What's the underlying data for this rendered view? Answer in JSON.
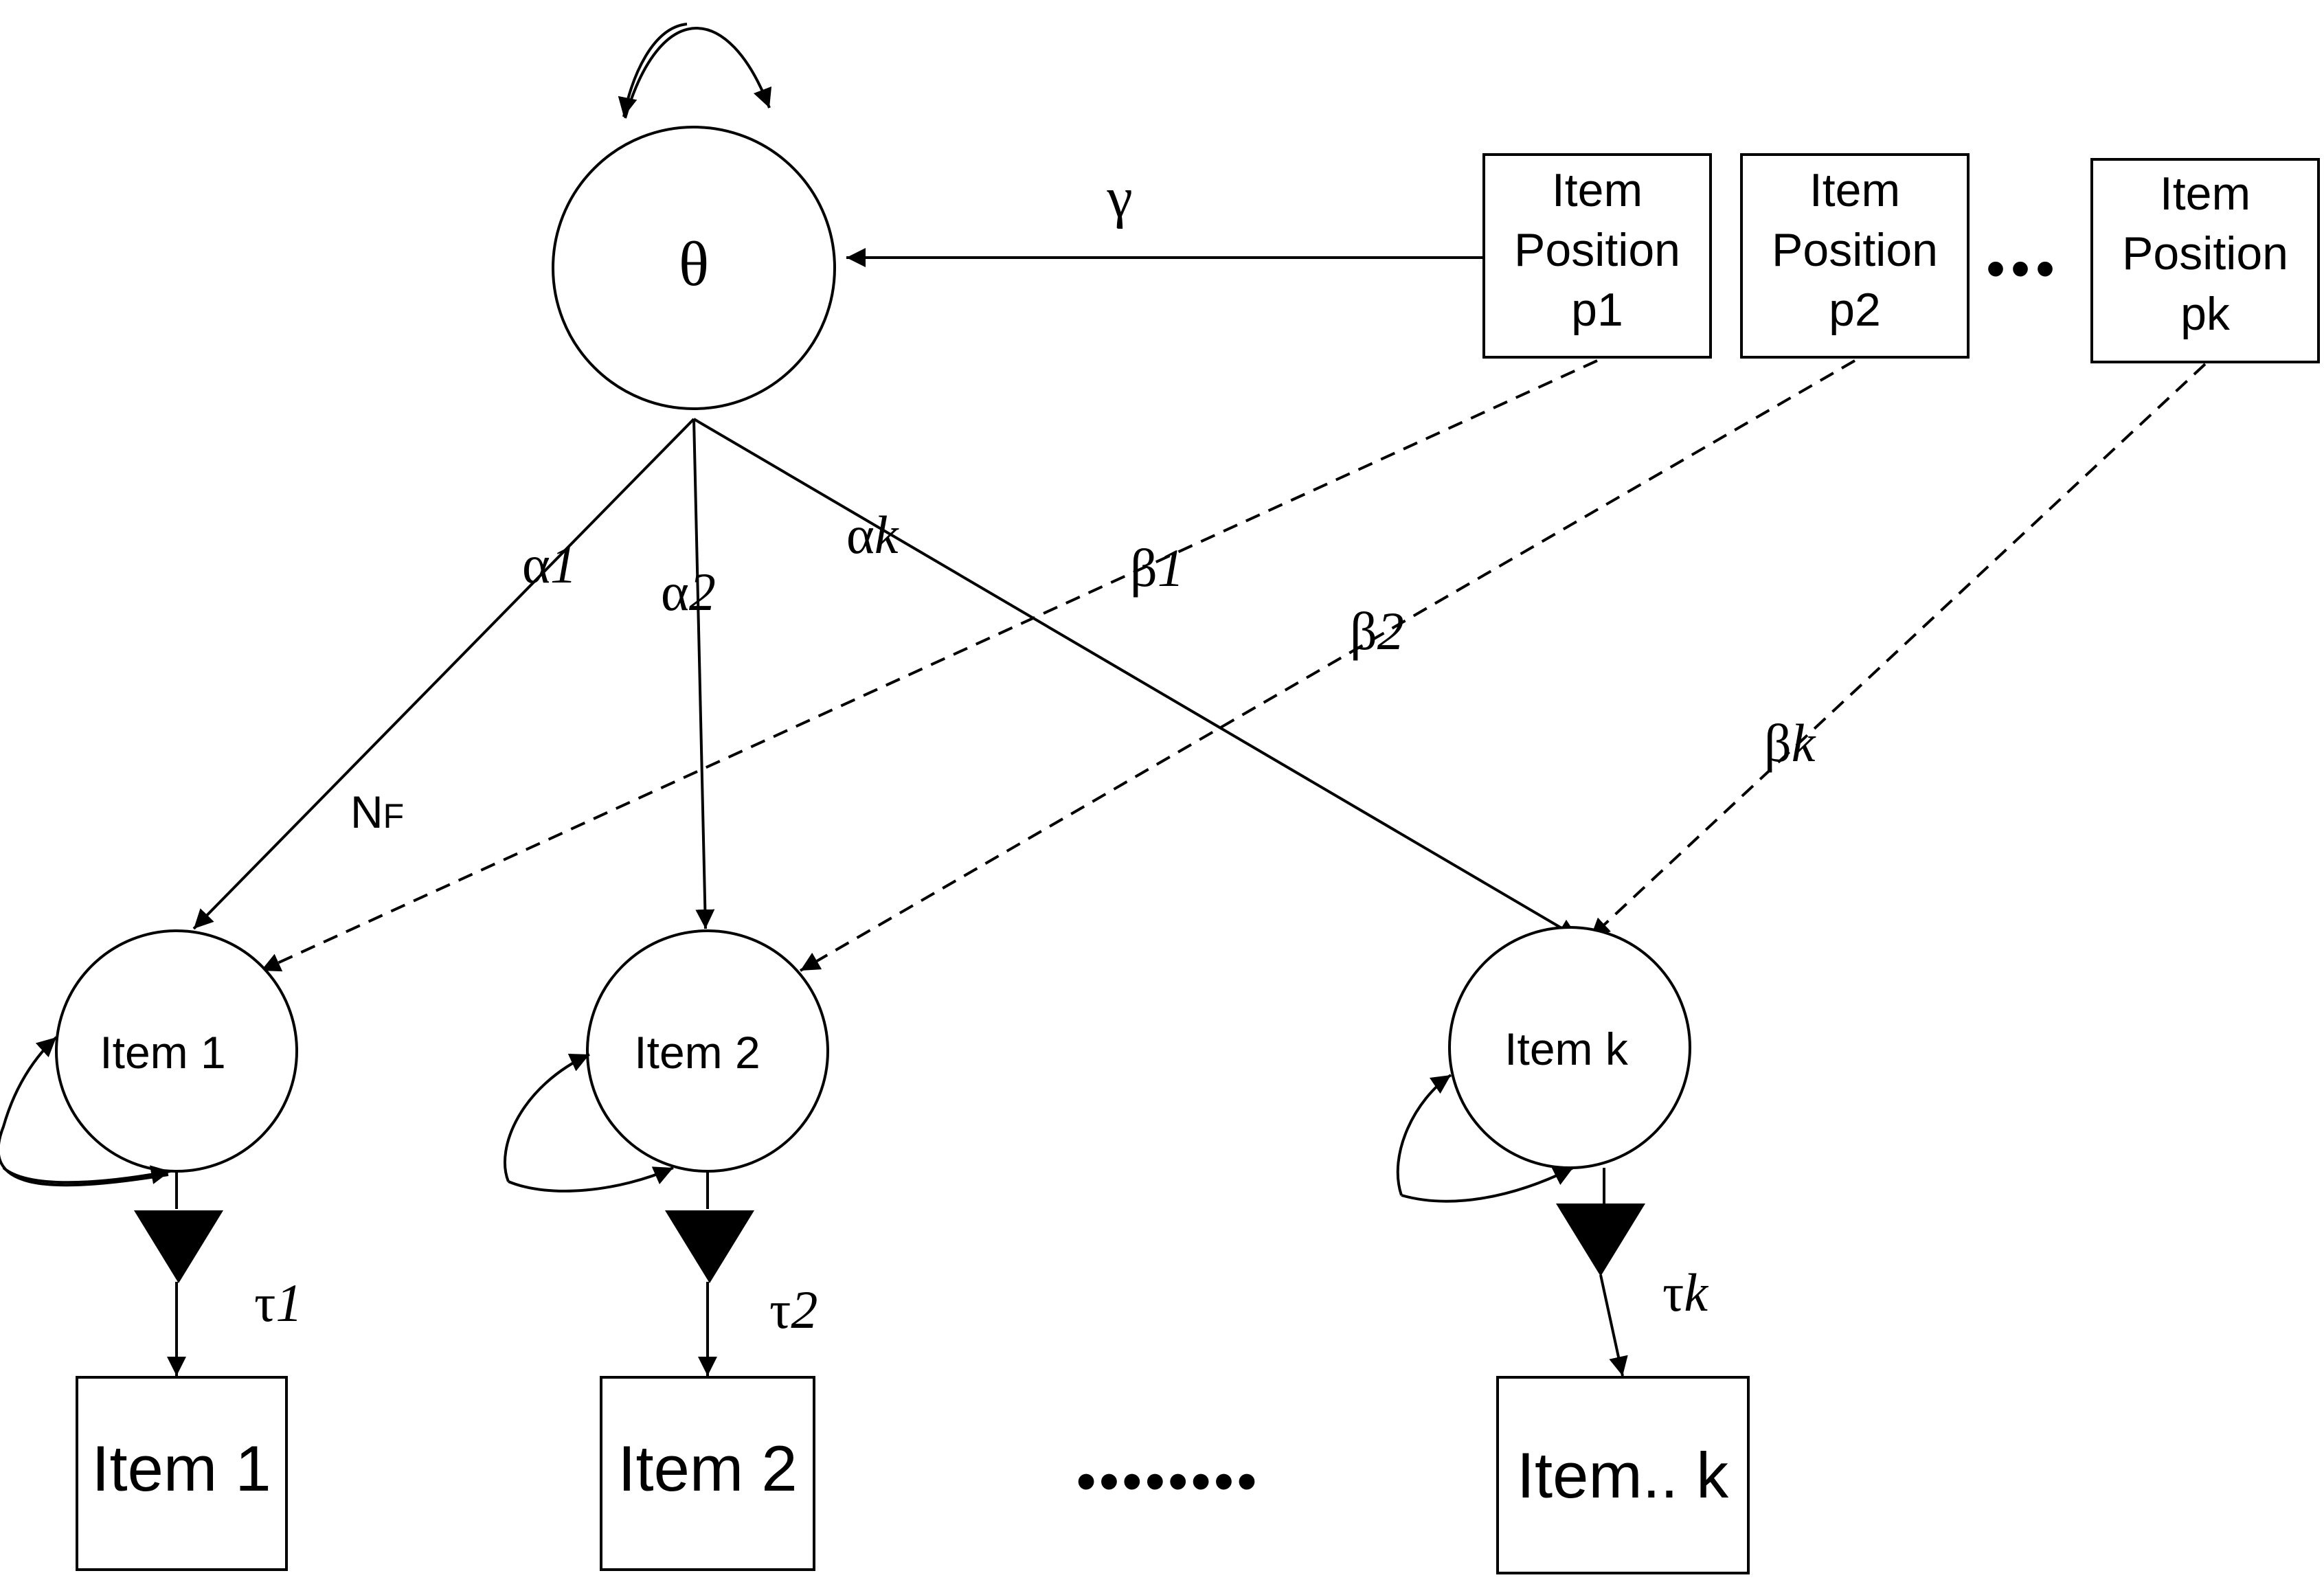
{
  "latent": {
    "theta_label": "θ"
  },
  "position_boxes": [
    {
      "line1": "Item",
      "line2": "Position",
      "line3": "p1"
    },
    {
      "line1": "Item",
      "line2": "Position",
      "line3": "p2"
    },
    {
      "line1": "Item",
      "line2": "Position",
      "line3": "pk"
    }
  ],
  "position_ellipsis": "•••",
  "items_latent": [
    {
      "label": "Item 1"
    },
    {
      "label": "Item 2"
    },
    {
      "label": "Item k"
    }
  ],
  "items_observed": [
    {
      "label": "Item 1"
    },
    {
      "label": "Item 2"
    },
    {
      "label": "Item.. k"
    }
  ],
  "observed_ellipsis": "••••••••",
  "params": {
    "gamma": "γ",
    "alpha1": {
      "greek": "α",
      "sub": "1"
    },
    "alpha2": {
      "greek": "α",
      "sub": "2"
    },
    "alphak": {
      "greek": "α",
      "sub": "k"
    },
    "beta1": {
      "greek": "β",
      "sub": "1"
    },
    "beta2": {
      "greek": "β",
      "sub": "2"
    },
    "betak": {
      "greek": "β",
      "sub": "k"
    },
    "tau1": {
      "greek": "τ",
      "sub": "1"
    },
    "tau2": {
      "greek": "τ",
      "sub": "2"
    },
    "tauk": {
      "greek": "τ",
      "sub": "k"
    },
    "nf": {
      "main": "N",
      "sub": "F"
    }
  }
}
